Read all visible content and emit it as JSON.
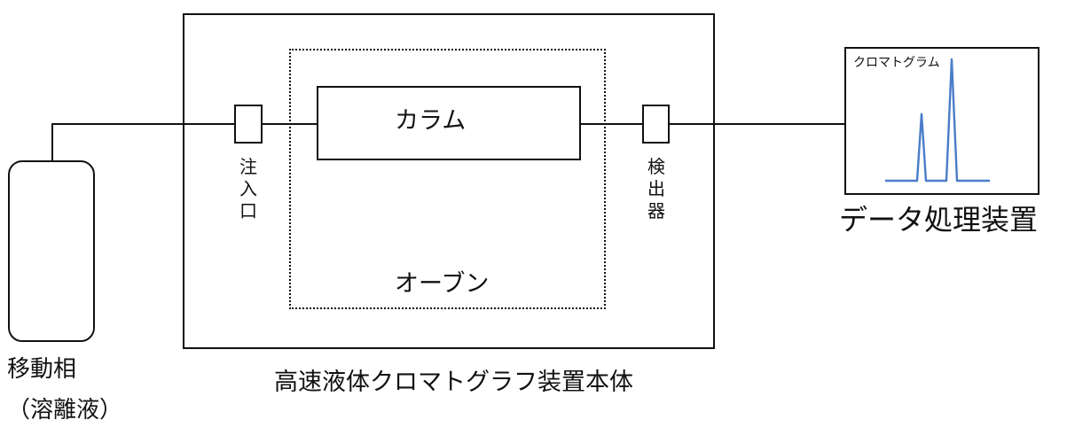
{
  "diagram": {
    "mobile_phase": {
      "label_line1": "移動相",
      "label_line2": "（溶離液）"
    },
    "hplc_body": {
      "label": "高速液体クロマトグラフ装置本体"
    },
    "oven": {
      "label": "オーブン"
    },
    "column": {
      "label": "カラム"
    },
    "injector": {
      "chars": [
        "注",
        "入",
        "口"
      ]
    },
    "detector": {
      "chars": [
        "検",
        "出",
        "器"
      ]
    },
    "data_processor": {
      "label": "データ処理装置",
      "screen_title": "クロマトグラム"
    },
    "chromatogram": {
      "color": "#4a7cc9",
      "peaks": [
        {
          "retention": 1,
          "height": 0.55
        },
        {
          "retention": 2,
          "height": 1.0
        }
      ]
    }
  }
}
